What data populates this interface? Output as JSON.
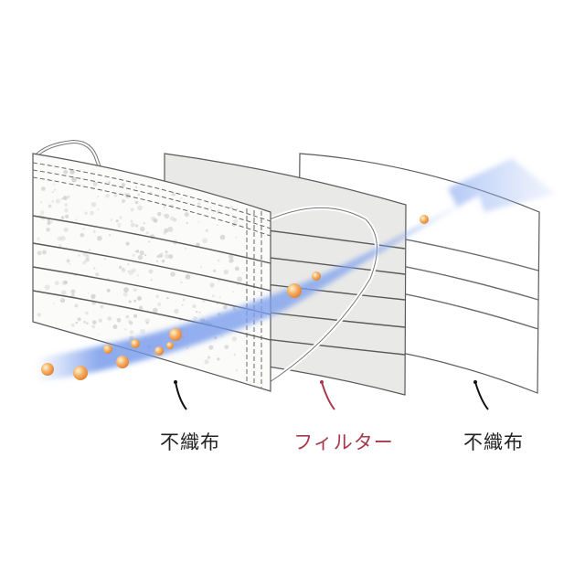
{
  "layers": [
    {
      "id": "outer",
      "label": "不織布"
    },
    {
      "id": "filter",
      "label": "フィルター"
    },
    {
      "id": "inner",
      "label": "不織布"
    }
  ],
  "colors": {
    "background": "#ffffff",
    "outline": "#5a5a5a",
    "outer_panel": "#fbfbfa",
    "filter_panel": "#e9e9e7",
    "inner_panel": "#ffffff",
    "airflow": "#6f95ea",
    "particle": "#f0a04c",
    "label_default": "#222222",
    "label_filter": "#a8384c",
    "pointer_default": "#111111",
    "pointer_filter": "#a8384c"
  }
}
